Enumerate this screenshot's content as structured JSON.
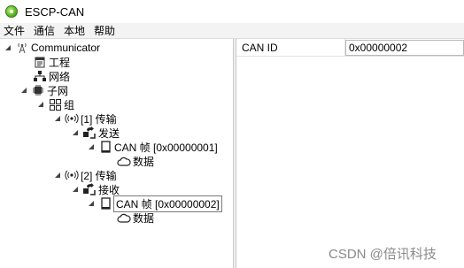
{
  "window": {
    "title": "ESCP-CAN",
    "app_icon": "green-sphere-icon"
  },
  "menu": [
    "文件",
    "通信",
    "本地",
    "帮助"
  ],
  "tree": {
    "root": {
      "label": "Communicator",
      "icon": "antenna-tower-icon"
    },
    "project": {
      "label": "工程",
      "icon": "document-icon"
    },
    "network": {
      "label": "网络",
      "icon": "network-icon"
    },
    "subnet": {
      "label": "子网",
      "icon": "chip-icon"
    },
    "group": {
      "label": "组",
      "icon": "grid-icon"
    },
    "transfer1": {
      "label": "[1] 传输",
      "icon": "broadcast-icon"
    },
    "send": {
      "label": "发送",
      "icon": "send-arrows-icon"
    },
    "frame1": {
      "label": "CAN 帧 [0x00000001]",
      "icon": "frame-icon"
    },
    "data1": {
      "label": "数据",
      "icon": "cloud-icon"
    },
    "transfer2": {
      "label": "[2] 传输",
      "icon": "broadcast-icon"
    },
    "receive": {
      "label": "接收",
      "icon": "receive-arrows-icon"
    },
    "frame2": {
      "label": "CAN 帧 [0x00000002]",
      "icon": "frame-icon",
      "selected": true
    },
    "data2": {
      "label": "数据",
      "icon": "cloud-icon"
    }
  },
  "properties": {
    "can_id_label": "CAN ID",
    "can_id_value": "0x00000002"
  },
  "watermark": "CSDN @倍讯科技"
}
